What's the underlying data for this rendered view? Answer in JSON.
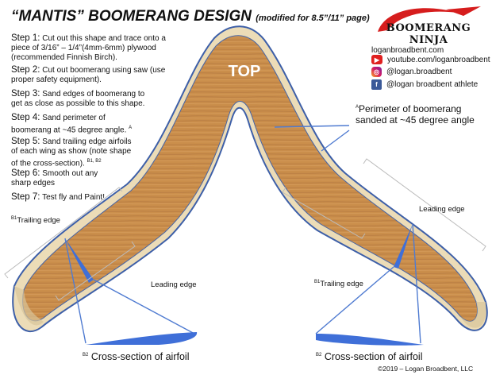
{
  "title": {
    "main": "“MANTIS” BOOMERANG DESIGN",
    "sub": "(modified for 8.5”/11” page)"
  },
  "steps": [
    {
      "label": "Step 1:",
      "text": "Cut out this shape and trace onto a piece of 3/16” – 1/4”(4mm-6mm) plywood (recommended Finnish Birch).",
      "sup": ""
    },
    {
      "label": "Step 2:",
      "text": "Cut out boomerang using saw (use proper safety equipment).",
      "sup": ""
    },
    {
      "label": "Step 3:",
      "text": "Sand edges of boomerang to get as close as possible to this shape.",
      "sup": ""
    },
    {
      "label": "Step 4:",
      "text": "Sand perimeter of boomerang at ~45 degree angle.",
      "sup": "A"
    },
    {
      "label": "Step 5:",
      "text": "Sand trailing edge airfoils of each wing as show (note shape of the cross-section).",
      "sup": "B1, B2"
    },
    {
      "label": "Step 6:",
      "text": "Smooth out any sharp edges",
      "sup": ""
    },
    {
      "label": "Step 7:",
      "text": "Test fly and Paint!",
      "sup": ""
    }
  ],
  "logo": {
    "text": "BOOMERANG NINJA"
  },
  "links": {
    "website": "loganbroadbent.com",
    "youtube": "youtube.com/loganbroadbent",
    "instagram": "@logan.broadbent",
    "facebook": "@logan broadbent athlete"
  },
  "diagram": {
    "top_label": "TOP",
    "perimeter_sup": "A",
    "perimeter_note": "Perimeter of boomerang sanded at ~45 degree angle",
    "trailing_sup": "B1",
    "trailing_edge": "Trailing edge",
    "leading_edge": "Leading edge",
    "cross_sup": "B2",
    "cross_section": "Cross-section of airfoil"
  },
  "colors": {
    "wood": "#c98a46",
    "sanded": "#ecdcb7",
    "outline": "#3d5fa8",
    "accent": "#4f7bd1",
    "logo_red": "#d61d1d"
  },
  "copyright": "©2019 – Logan Broadbent, LLC"
}
